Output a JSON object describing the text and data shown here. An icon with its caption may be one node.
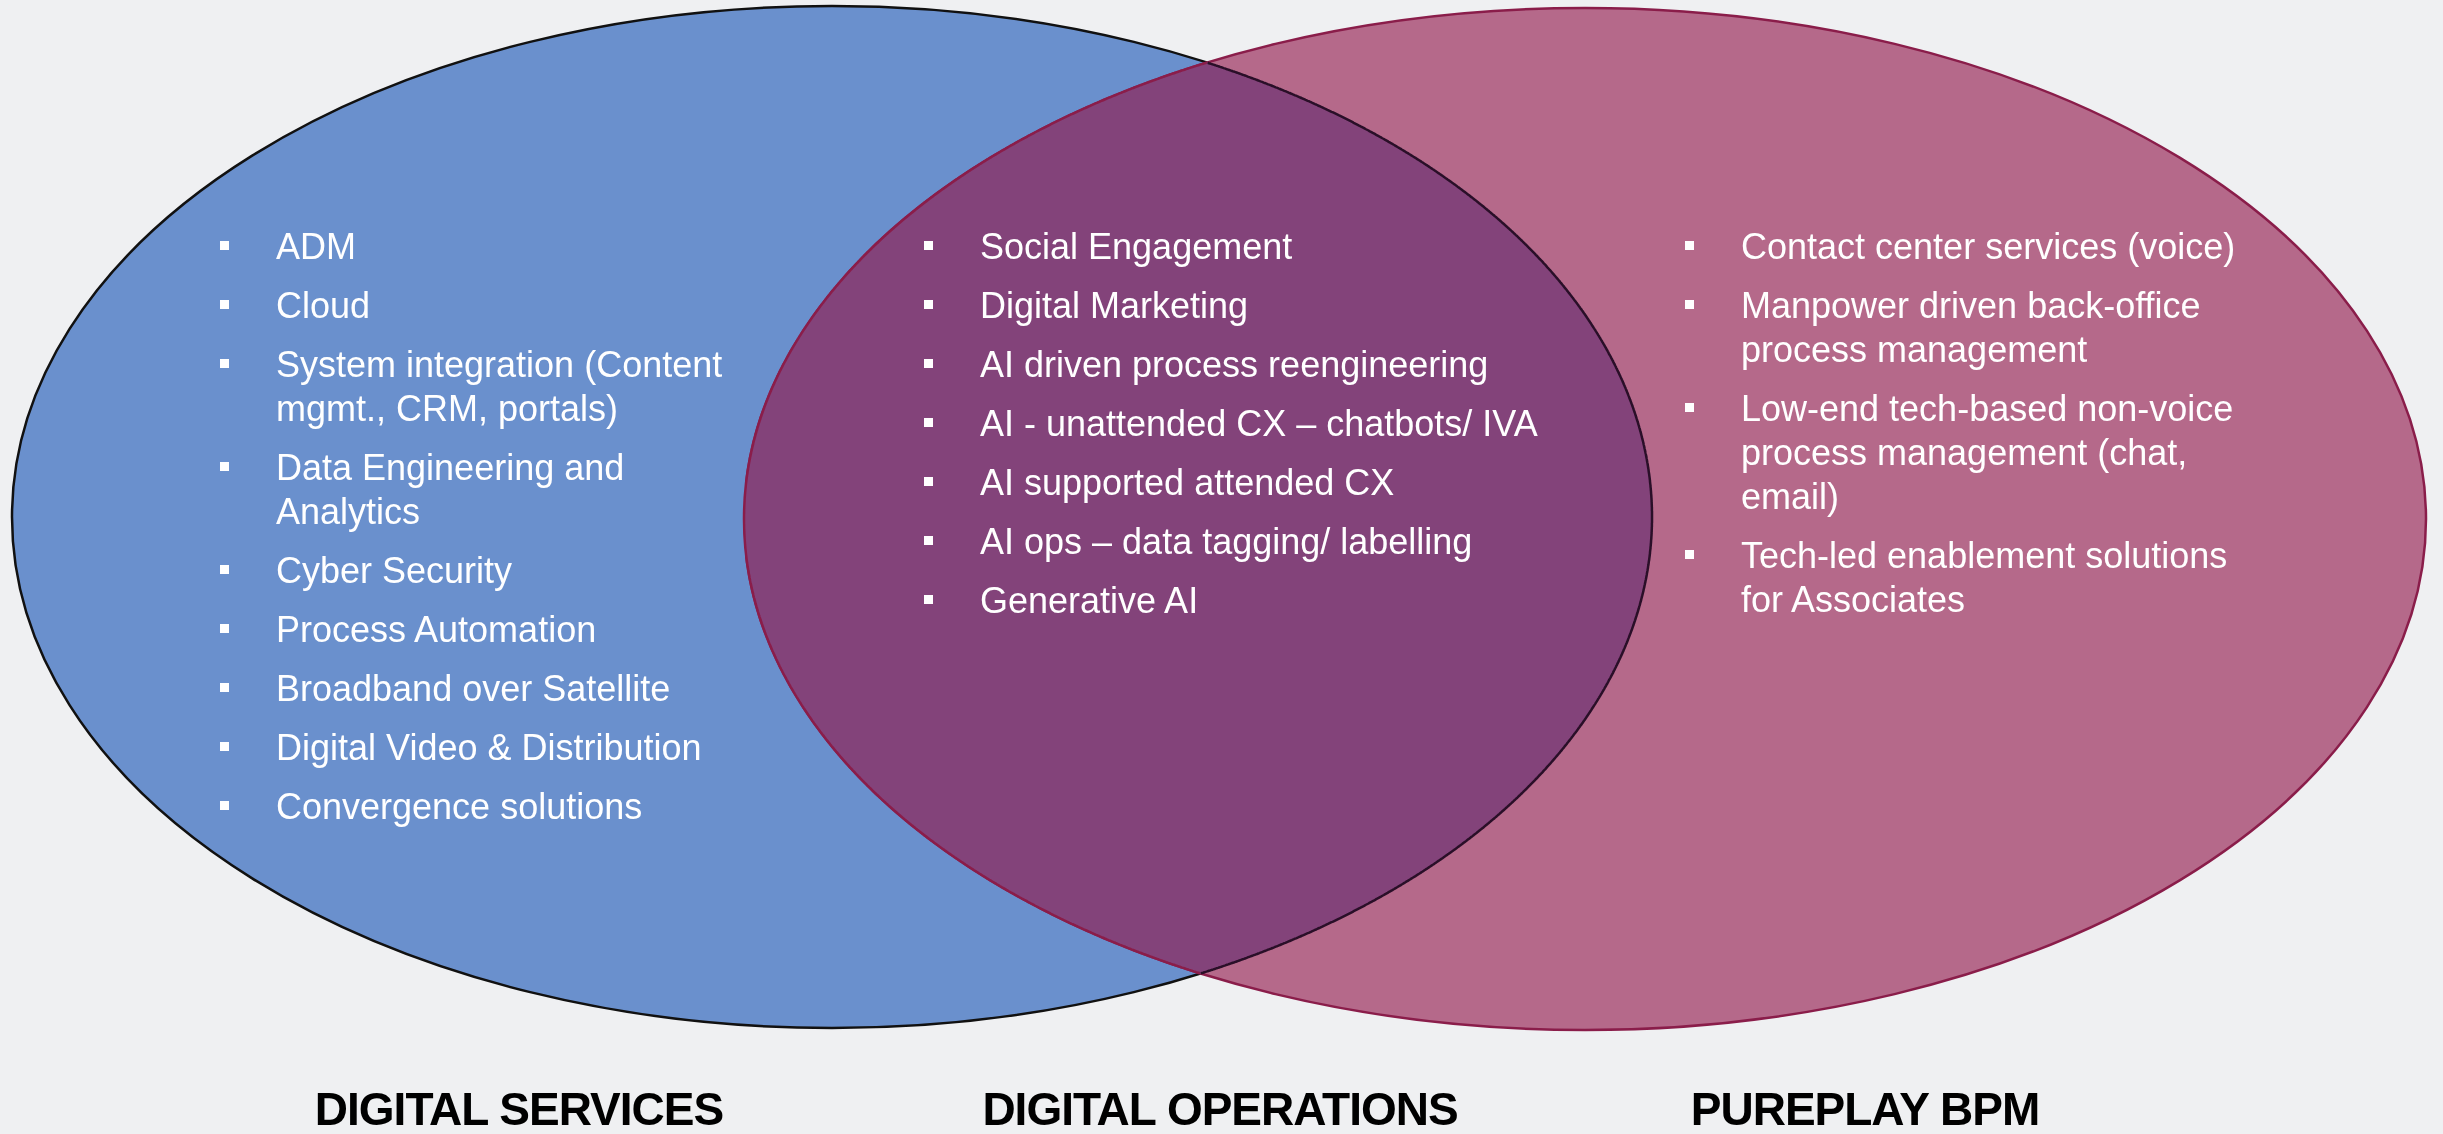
{
  "diagram": {
    "nodes": [
      {
        "text": [
          "ADM",
          "Cloud",
          "System integration (Content mgmt., CRM, portals)",
          "Data Engineering and Analytics",
          "Cyber Security",
          "Process Automation",
          "Broadband over Satellite",
          "Digital Video & Distribution",
          "Convergence solutions",
          "DIGITAL SERVICES"
        ]
      },
      {
        "text": [
          "Contact center services (voice)",
          "Manpower driven back-office process management",
          "Low-end tech-based non-voice process management (chat, email)",
          "Tech-led  enablement solutions for Associates",
          "PUREPLAY BPM"
        ]
      },
      {
        "text": [
          "Social Engagement",
          "Digital Marketing",
          "AI driven process reengineering",
          "AI - unattended CX – chatbots/ IVA",
          "AI supported attended CX",
          "AI ops – data tagging/ labelling",
          "Generative AI",
          "DIGITAL OPERATIONS"
        ]
      }
    ],
    "edges": []
  }
}
